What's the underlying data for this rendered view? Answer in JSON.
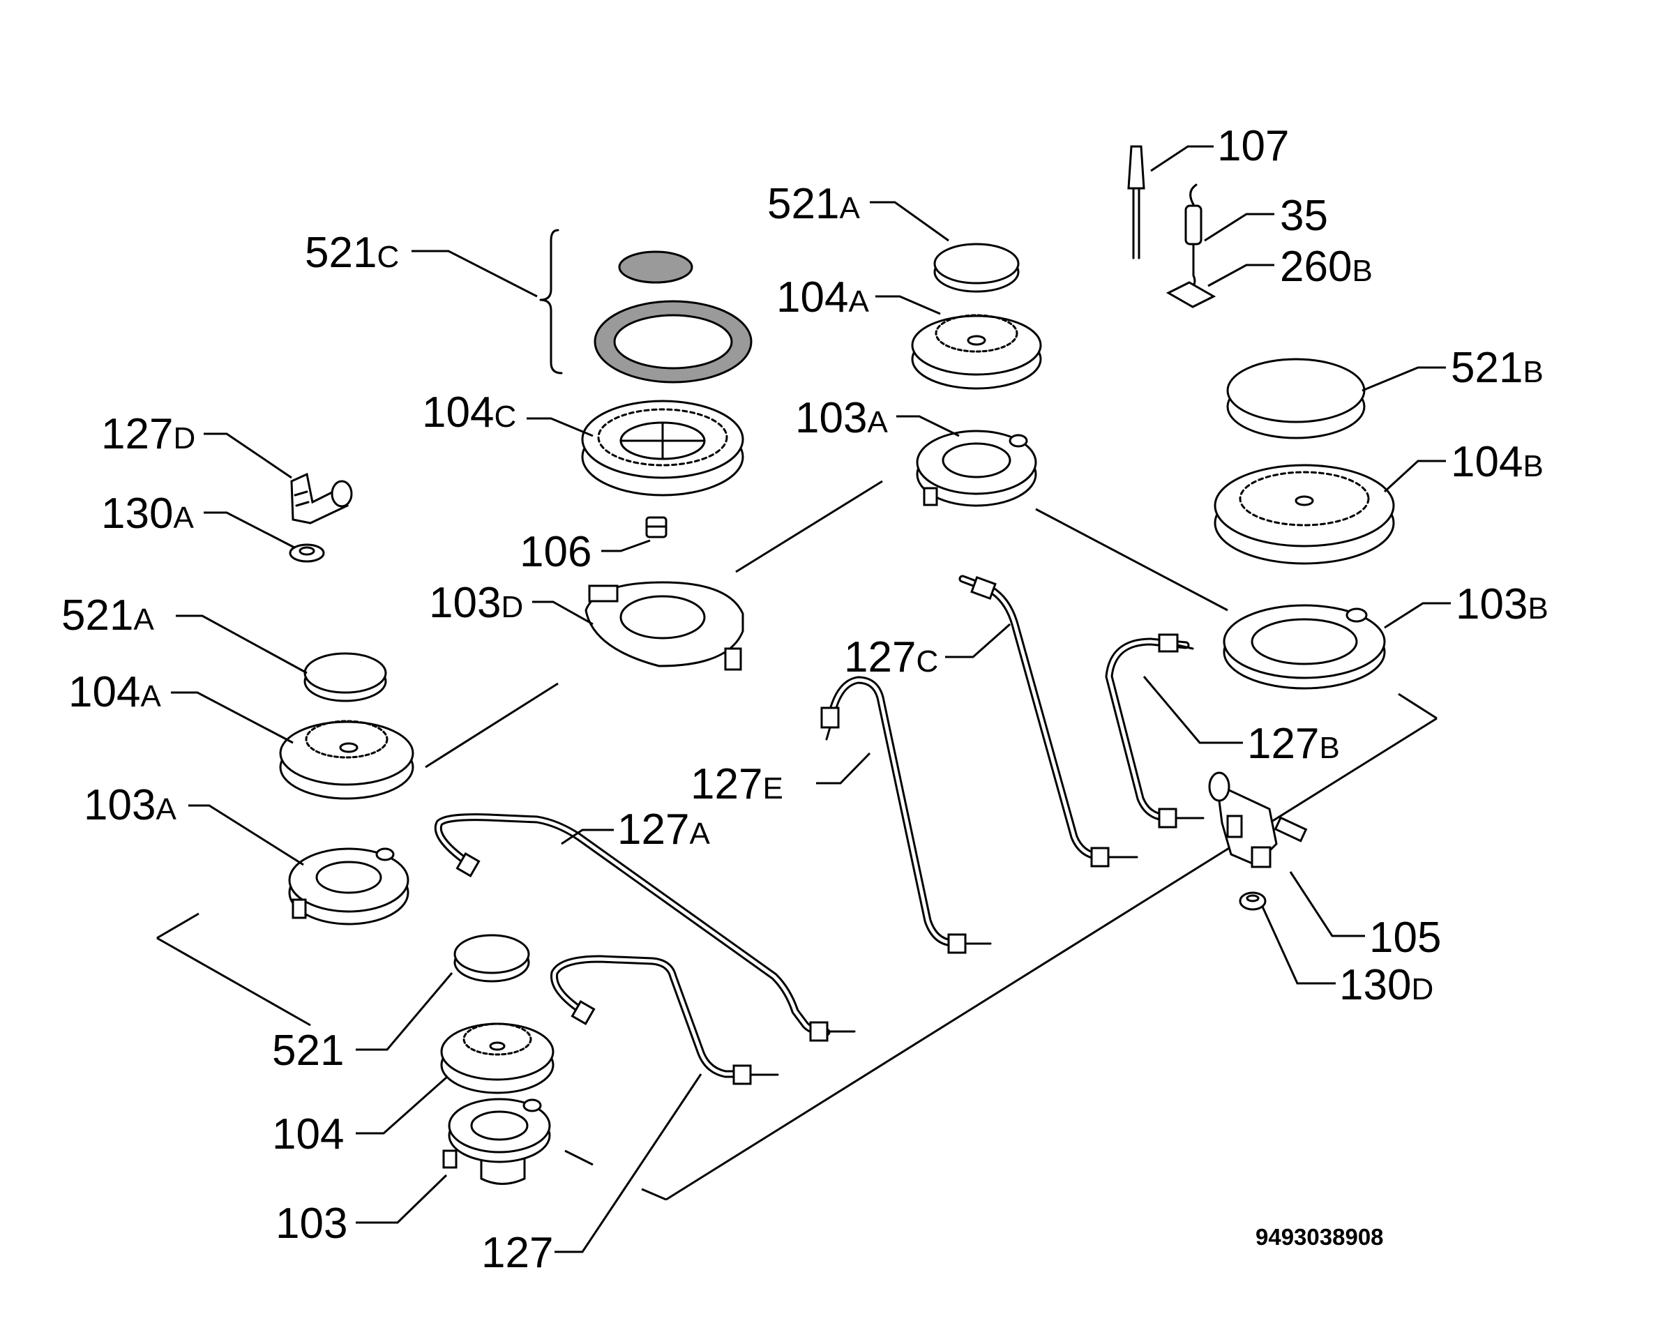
{
  "diagram_code": "9493038908",
  "labels": {
    "l107": {
      "main": "107",
      "suffix": ""
    },
    "l35": {
      "main": "35",
      "suffix": ""
    },
    "l260b": {
      "main": "260",
      "suffix": "B"
    },
    "l521a_top": {
      "main": "521",
      "suffix": "A"
    },
    "l104a_top": {
      "main": "104",
      "suffix": "A"
    },
    "l103a_top": {
      "main": "103",
      "suffix": "A"
    },
    "l521c": {
      "main": "521",
      "suffix": "C"
    },
    "l104c": {
      "main": "104",
      "suffix": "C"
    },
    "l106": {
      "main": "106",
      "suffix": ""
    },
    "l103d": {
      "main": "103",
      "suffix": "D"
    },
    "l127d": {
      "main": "127",
      "suffix": "D"
    },
    "l130a": {
      "main": "130",
      "suffix": "A"
    },
    "l521a_left": {
      "main": "521",
      "suffix": "A"
    },
    "l104a_left": {
      "main": "104",
      "suffix": "A"
    },
    "l103a_left": {
      "main": "103",
      "suffix": "A"
    },
    "l521b": {
      "main": "521",
      "suffix": "B"
    },
    "l104b": {
      "main": "104",
      "suffix": "B"
    },
    "l103b": {
      "main": "103",
      "suffix": "B"
    },
    "l127b": {
      "main": "127",
      "suffix": "B"
    },
    "l127c": {
      "main": "127",
      "suffix": "C"
    },
    "l127e": {
      "main": "127",
      "suffix": "E"
    },
    "l127a": {
      "main": "127",
      "suffix": "A"
    },
    "l105": {
      "main": "105",
      "suffix": ""
    },
    "l130d": {
      "main": "130",
      "suffix": "D"
    },
    "l521": {
      "main": "521",
      "suffix": ""
    },
    "l104": {
      "main": "104",
      "suffix": ""
    },
    "l103": {
      "main": "103",
      "suffix": ""
    },
    "l127": {
      "main": "127",
      "suffix": ""
    }
  }
}
